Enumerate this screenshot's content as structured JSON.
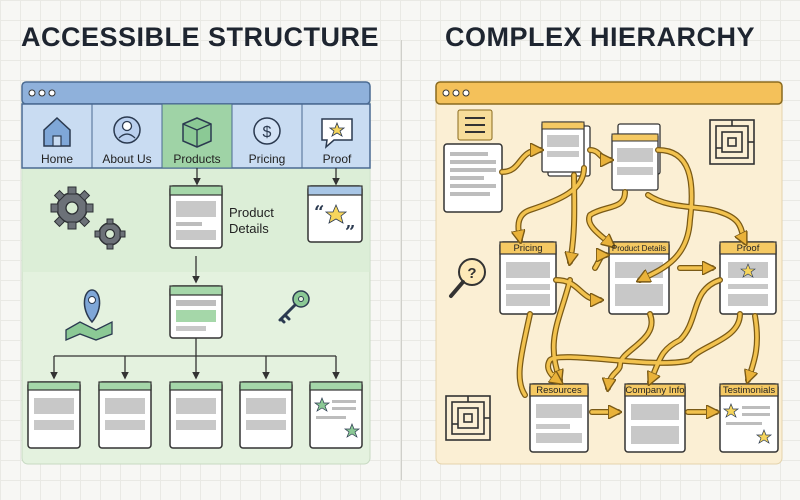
{
  "titles": {
    "left": "ACCESSIBLE STRUCTURE",
    "right": "COMPLEX HIERARCHY"
  },
  "left_panel": {
    "nav": [
      {
        "label": "Home",
        "icon": "house-icon"
      },
      {
        "label": "About Us",
        "icon": "person-icon"
      },
      {
        "label": "Products",
        "icon": "box-icon"
      },
      {
        "label": "Pricing",
        "icon": "dollar-icon"
      },
      {
        "label": "Proof",
        "icon": "star-speech-icon"
      }
    ],
    "product_details_line1": "Product",
    "product_details_line2": "Details"
  },
  "right_panel": {
    "pricing": "Pricing",
    "product_details": "Product Details",
    "proof": "Proof",
    "resources": "Resources",
    "company_info": "Company Info",
    "testimonials": "Testimonials"
  },
  "colors": {
    "left_bar": "#8fb1db",
    "left_nav": "#c9dcf2",
    "left_active": "#9fd3a6",
    "left_bg": "#e4f2df",
    "right_bar": "#f4c15a",
    "right_bg": "#fbefd4",
    "arrow_yellow": "#f2c24e",
    "card_header_green": "#a5d7a9",
    "card_header_yellow": "#f5c963"
  }
}
